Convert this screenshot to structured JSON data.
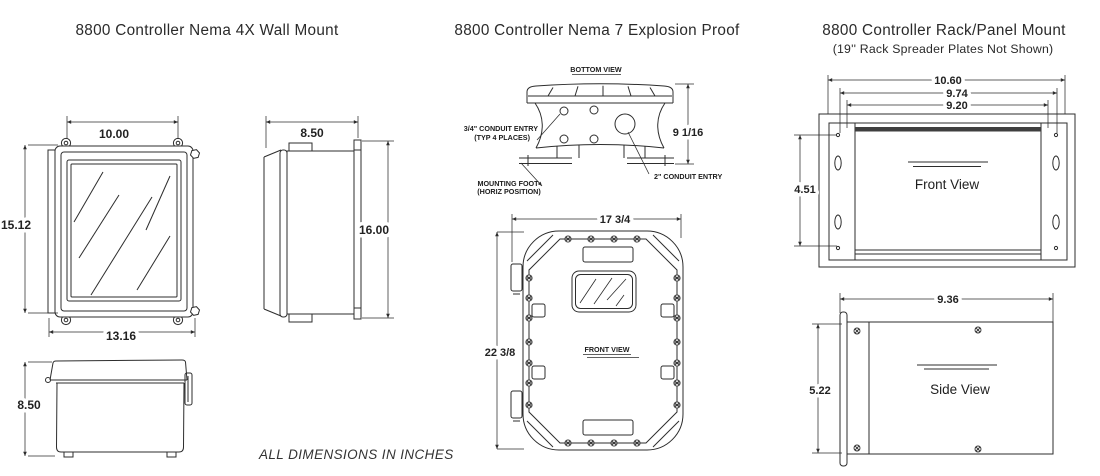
{
  "footnote": "ALL DIMENSIONS IN INCHES",
  "panels": {
    "nema4x": {
      "title": "8800 Controller Nema 4X Wall Mount",
      "front": {
        "top_dim": "10.00",
        "left_dim": "15.12",
        "bottom_dim": "13.16"
      },
      "side": {
        "top_dim": "8.50",
        "right_dim": "16.00"
      },
      "bottom": {
        "left_dim": "8.50"
      }
    },
    "nema7": {
      "title": "8800 Controller Nema 7 Explosion Proof",
      "bottom_view": {
        "label": "BOTTOM VIEW",
        "conduit34_line1": "3/4\" CONDUIT ENTRY",
        "conduit34_line2": "(TYP 4 PLACES)",
        "foot_line1": "MOUNTING FOOT",
        "foot_line2": "(HORIZ POSITION)",
        "conduit2": "2\" CONDUIT ENTRY",
        "height_dim": "9 1/16"
      },
      "front_view": {
        "label": "FRONT VIEW",
        "width_dim": "17 3/4",
        "height_dim": "22 3/8"
      }
    },
    "rack": {
      "title": "8800 Controller Rack/Panel Mount",
      "subtitle": "(19'' Rack Spreader Plates Not Shown)",
      "front_view": {
        "label": "Front View",
        "dim_overall": "10.60",
        "dim_holes": "9.74",
        "dim_panel": "9.20",
        "dim_height": "4.51"
      },
      "side_view": {
        "label": "Side View",
        "dim_depth": "9.36",
        "dim_height": "5.22"
      }
    }
  }
}
